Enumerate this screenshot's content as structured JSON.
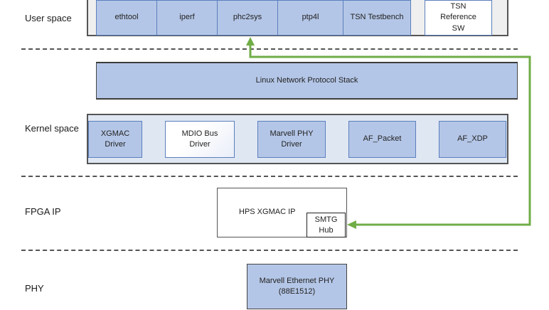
{
  "layers": {
    "user_space": "User space",
    "kernel_space": "Kernel space",
    "fpga_ip": "FPGA IP",
    "phy": "PHY"
  },
  "user_space": {
    "apps": [
      "ethtool",
      "iperf",
      "phc2sys",
      "ptp4l",
      "TSN Testbench"
    ],
    "reference_sw": "TSN Reference SW"
  },
  "kernel": {
    "stack": "Linux Network Protocol Stack",
    "drivers": [
      {
        "label": "XGMAC\nDriver",
        "line1": "XGMAC",
        "line2": "Driver"
      },
      {
        "label": "MDIO Bus\nDriver",
        "line1": "MDIO Bus",
        "line2": "Driver"
      },
      {
        "label": "Marvell PHY\nDriver",
        "line1": "Marvell PHY",
        "line2": "Driver"
      },
      {
        "label": "AF_Packet",
        "line1": "AF_Packet",
        "line2": ""
      },
      {
        "label": "AF_XDP",
        "line1": "AF_XDP",
        "line2": ""
      }
    ]
  },
  "fpga": {
    "ip_block": "HPS XGMAC IP",
    "hub_line1": "SMTG",
    "hub_line2": "Hub"
  },
  "phy": {
    "line1": "Marvell Ethernet PHY",
    "line2": "(88E1512)"
  },
  "colors": {
    "accent_blue": "#b4c6e7",
    "box_border": "#5b7fbd",
    "arrow_green": "#70ad47",
    "divider": "#555555"
  }
}
